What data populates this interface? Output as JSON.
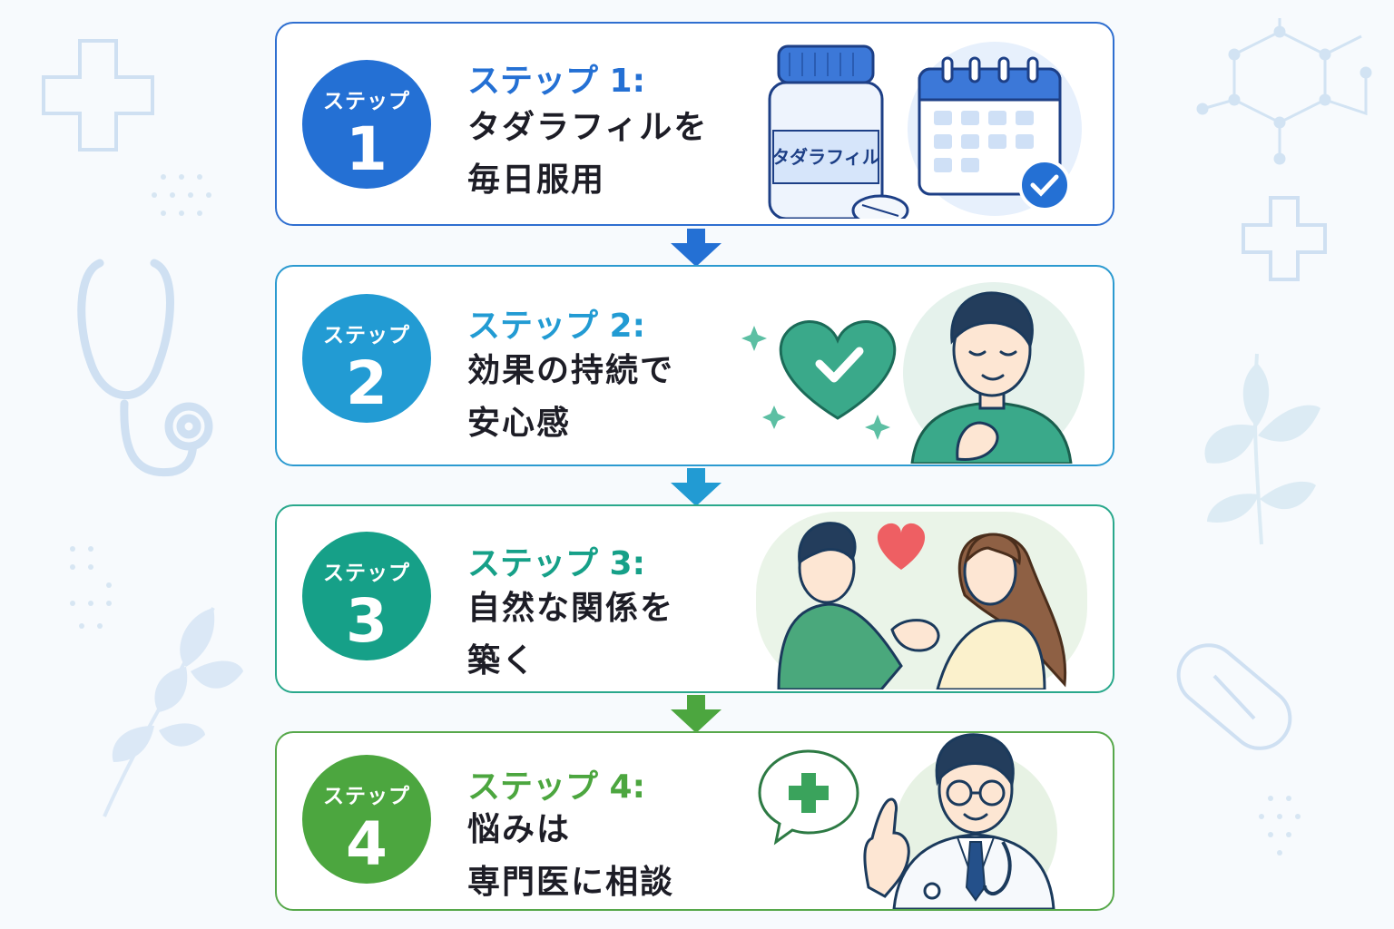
{
  "steps": [
    {
      "badge_label": "ステップ",
      "number": "1",
      "heading": "ステップ 1:",
      "line1": "タダラフィルを",
      "line2": "毎日服用",
      "color": "#2470d4"
    },
    {
      "badge_label": "ステップ",
      "number": "2",
      "heading": "ステップ 2:",
      "line1": "効果の持続で",
      "line2": "安心感",
      "color": "#229bd3"
    },
    {
      "badge_label": "ステップ",
      "number": "3",
      "heading": "ステップ 3:",
      "line1": "自然な関係を",
      "line2": "築く",
      "color": "#16a088"
    },
    {
      "badge_label": "ステップ",
      "number": "4",
      "heading": "ステップ 4:",
      "line1": "悩みは",
      "line2": "専門医に相談",
      "color": "#4ca63f"
    }
  ],
  "bottle_label": "タダラフィル",
  "icons": [
    "pill-bottle-icon",
    "calendar-check-icon",
    "heart-check-icon",
    "man-calm-icon",
    "couple-heart-icon",
    "doctor-icon",
    "medical-cross-icon",
    "stethoscope-icon",
    "capsule-icon",
    "leaf-icon",
    "molecule-icon"
  ],
  "colors": {
    "blue": "#2470d4",
    "sky": "#229bd3",
    "teal": "#16a088",
    "green": "#4ca63f",
    "heart_red": "#ee5f63"
  }
}
